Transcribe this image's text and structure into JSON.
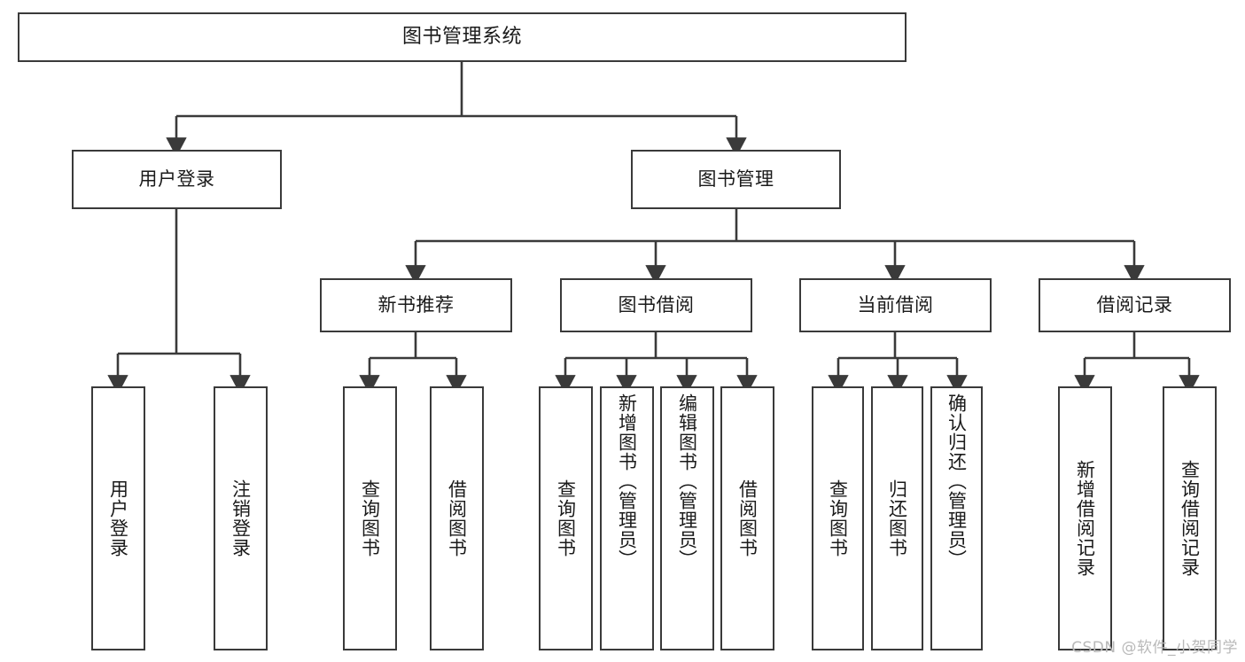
{
  "diagram": {
    "type": "tree",
    "title": "图书管理系统",
    "watermark": "CSDN @软件_小贺同学",
    "colors": {
      "box_border": "#3a3a3a",
      "box_fill": "#ffffff",
      "edge": "#3a3a3a",
      "text": "#1a1a1a",
      "watermark": "#b9b9b9"
    },
    "root": {
      "label": "图书管理系统"
    },
    "level2": [
      {
        "label": "用户登录"
      },
      {
        "label": "图书管理"
      }
    ],
    "level3": [
      {
        "label": "新书推荐"
      },
      {
        "label": "图书借阅"
      },
      {
        "label": "当前借阅"
      },
      {
        "label": "借阅记录"
      }
    ],
    "leaves": {
      "user_login": [
        {
          "label": "用户登录"
        },
        {
          "label": "注销登录"
        }
      ],
      "new_book": [
        {
          "label": "查询图书"
        },
        {
          "label": "借阅图书"
        }
      ],
      "book_borrow": [
        {
          "label": "查询图书"
        },
        {
          "label": "新增图书（管理员）"
        },
        {
          "label": "编辑图书（管理员）"
        },
        {
          "label": "借阅图书"
        }
      ],
      "current_borrow": [
        {
          "label": "查询图书"
        },
        {
          "label": "归还图书"
        },
        {
          "label": "确认归还（管理员）"
        }
      ],
      "borrow_record": [
        {
          "label": "新增借阅记录"
        },
        {
          "label": "查询借阅记录"
        }
      ]
    }
  }
}
